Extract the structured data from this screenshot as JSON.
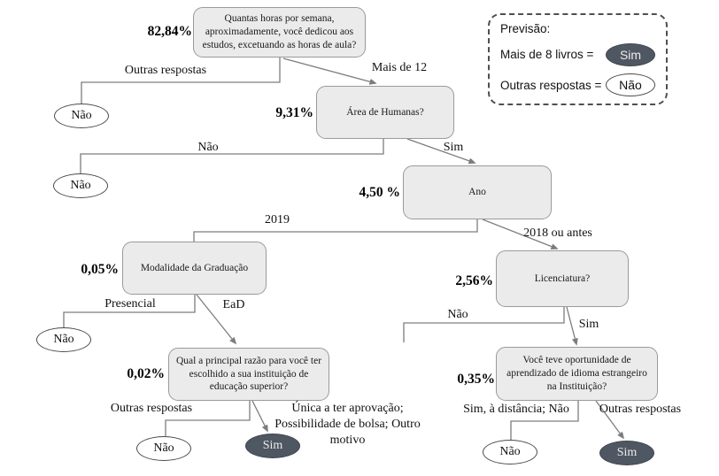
{
  "legend": {
    "title": "Previsão:",
    "items": [
      {
        "label": "Mais de 8 livros =",
        "value": "Sim"
      },
      {
        "label": "Outras respostas =",
        "value": "Não"
      }
    ]
  },
  "colors": {
    "node_fill": "#ebebeb",
    "node_border": "#9a9a9a",
    "leaf_yes_fill": "#4f5763",
    "leaf_no_fill": "#ffffff",
    "line": "#7d7d7d"
  },
  "nodes": {
    "root": {
      "pct": "82,84%",
      "question": "Quantas horas por semana, aproximadamente, você dedicou aos estudos, excetuando as horas de aula?"
    },
    "area": {
      "pct": "9,31%",
      "question": "Área de Humanas?"
    },
    "ano": {
      "pct": "4,50 %",
      "question": "Ano"
    },
    "modalidade": {
      "pct": "0,05%",
      "question": "Modalidade da Graduação"
    },
    "licenciatura": {
      "pct": "2,56%",
      "question": "Licenciatura?"
    },
    "qual": {
      "pct": "0,02%",
      "question": "Qual a principal razão para você ter escolhido a sua instituição de educação superior?"
    },
    "voce": {
      "pct": "0,35%",
      "question": "Você teve oportunidade de aprendizado de idioma estrangeiro na Instituição?"
    }
  },
  "edges": {
    "root_left": "Outras respostas",
    "root_right": "Mais de 12",
    "area_left": "Não",
    "area_right": "Sim",
    "ano_left": "2019",
    "ano_right": "2018 ou antes",
    "modalidade_left": "Presencial",
    "modalidade_right": "EaD",
    "licenciatura_left": "Não",
    "licenciatura_right": "Sim",
    "qual_left": "Outras respostas",
    "qual_right": "Única a ter aprovação;\nPossibilidade de bolsa; Outro\nmotivo",
    "voce_left": "Sim, à distância; Não",
    "voce_right": "Outras respostas"
  },
  "leaves": {
    "l1": "Não",
    "l2": "Não",
    "l3": "Não",
    "l4": "Não",
    "l5": "Sim",
    "l6": "Não",
    "l7": "Sim"
  }
}
